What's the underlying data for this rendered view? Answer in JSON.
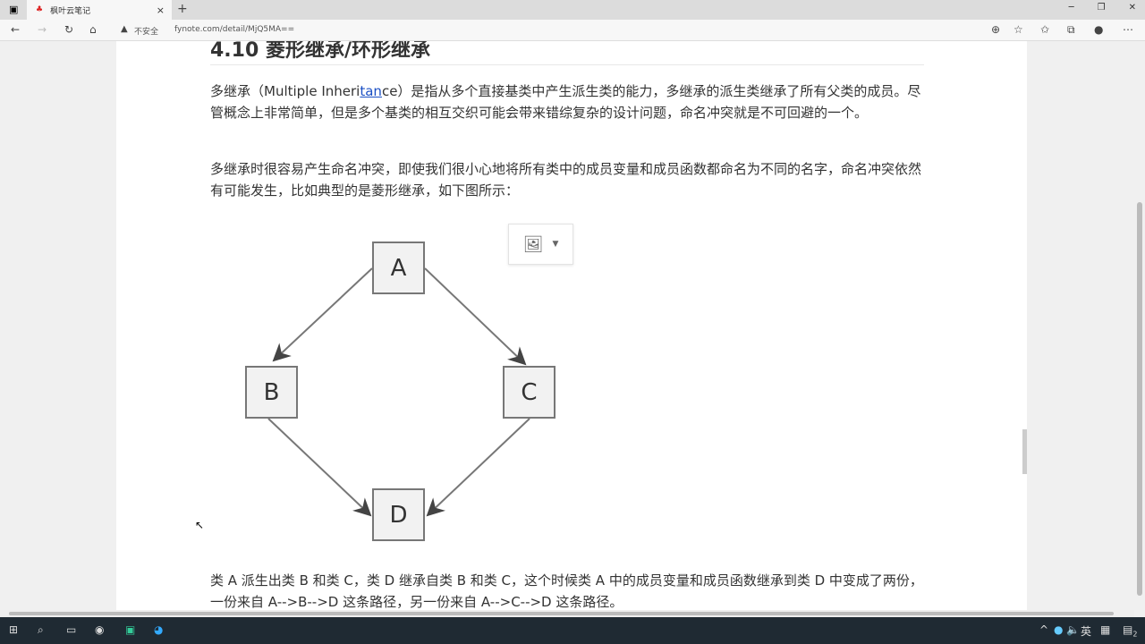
{
  "browser": {
    "tab_title": "枫叶云笔记",
    "security": "不安全",
    "url": "fynote.com/detail/MjQ5MA=="
  },
  "article": {
    "heading": "4.10 菱形继承/环形继承",
    "p1_a": "多继承（Multiple Inheri",
    "p1_link": "tan",
    "p1_b": "ce）是指从多个直接基类中产生派生类的能力，多继承的派生类继承了所有父类的成员。尽管概念上非常简单，但是多个基类的相互交织可能会带来错综复杂的设计问题，命名冲突就是不可回避的一个。",
    "p2": "多继承时很容易产生命名冲突，即使我们很小心地将所有类中的成员变量和成员函数都命名为不同的名字，命名冲突依然有可能发生，比如典型的是菱形继承，如下图所示：",
    "diagram": {
      "nodes": [
        "A",
        "B",
        "C",
        "D"
      ],
      "edges": [
        [
          "A",
          "B"
        ],
        [
          "A",
          "C"
        ],
        [
          "B",
          "D"
        ],
        [
          "C",
          "D"
        ]
      ]
    },
    "p3": "类 A 派生出类 B 和类 C，类 D 继承自类 B 和类 C，这个时候类 A 中的成员变量和成员函数继承到类 D 中变成了两份，一份来自 A-->B-->D 这条路径，另一份来自 A-->C-->D 这条路径。"
  },
  "taskbar": {
    "ime": "英",
    "notifications": "2"
  }
}
